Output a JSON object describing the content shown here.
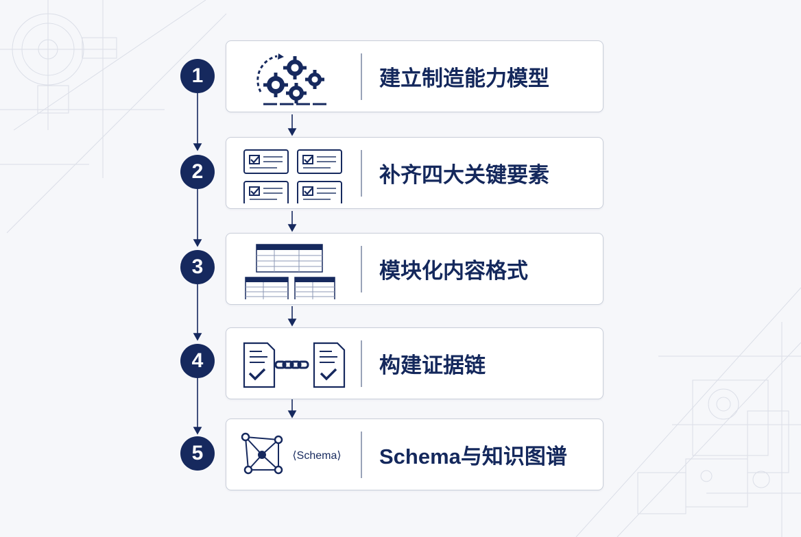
{
  "steps": [
    {
      "number": "1",
      "title": "建立制造能力模型",
      "icon": "gears-cycle-icon"
    },
    {
      "number": "2",
      "title": "补齐四大关键要素",
      "icon": "checklist-cards-icon"
    },
    {
      "number": "3",
      "title": "模块化内容格式",
      "icon": "modular-tables-icon"
    },
    {
      "number": "4",
      "title": "构建证据链",
      "icon": "linked-documents-icon"
    },
    {
      "number": "5",
      "title": "Schema与知识图谱",
      "icon": "knowledge-graph-icon",
      "icon_label": "⟨Schema⟩"
    }
  ],
  "colors": {
    "accent": "#16295e",
    "border": "#c9ced9",
    "background": "#f6f7fa"
  }
}
